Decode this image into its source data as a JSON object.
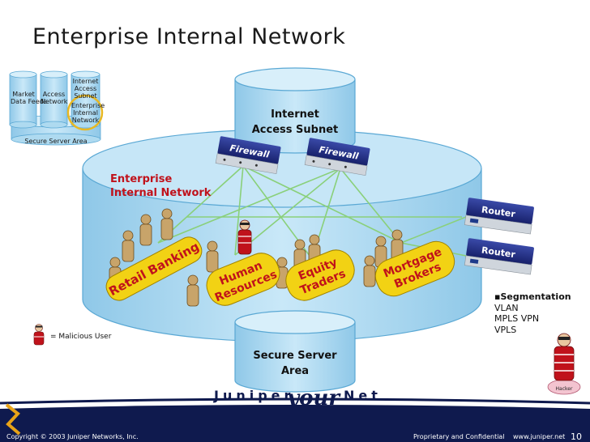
{
  "slide": {
    "title": "Enterprise Internal Network",
    "page_number": "10"
  },
  "thumbnail": {
    "cyl_market": [
      "Market",
      "Data Feeds"
    ],
    "cyl_access": [
      "Access",
      "Network"
    ],
    "cyl_internet": [
      "Internet",
      "Access",
      "Subnet"
    ],
    "cyl_enterprise": [
      "Enterprise",
      "Internal",
      "Network"
    ],
    "secure": "Secure Server Area",
    "highlight_color": "#e8b823"
  },
  "diagram": {
    "internet_subnet": [
      "Internet",
      "Access Subnet"
    ],
    "enterprise_network": [
      "Enterprise",
      "Internal Network"
    ],
    "secure_area": [
      "Secure Server",
      "Area"
    ],
    "firewall_label": "Firewall",
    "router_label": "Router",
    "groups": [
      {
        "lines": [
          "Retail Banking"
        ]
      },
      {
        "lines": [
          "Human",
          "Resources"
        ]
      },
      {
        "lines": [
          "Equity",
          "Traders"
        ]
      },
      {
        "lines": [
          "Mortgage",
          "Brokers"
        ]
      }
    ],
    "segmentation": {
      "heading": "Segmentation",
      "items": [
        "VLAN",
        "MPLS VPN",
        "VPLS"
      ]
    },
    "malicious_legend": "= Malicious User",
    "hacker_label": "Hacker",
    "colors": {
      "cylinder": "#aedaf0",
      "cylinder_edge": "#5aa8d4",
      "segment": "#f2d214",
      "segment_edge": "#a08200",
      "link_green": "#8ad07a",
      "label_red": "#c0121b"
    }
  },
  "footer": {
    "copyright": "Copyright © 2003 Juniper Networks, Inc.",
    "brand_a": "Juniper",
    "brand_b": "your",
    "brand_c": "Net",
    "confidential": "Proprietary and Confidential",
    "website": "www.juniper.net"
  }
}
